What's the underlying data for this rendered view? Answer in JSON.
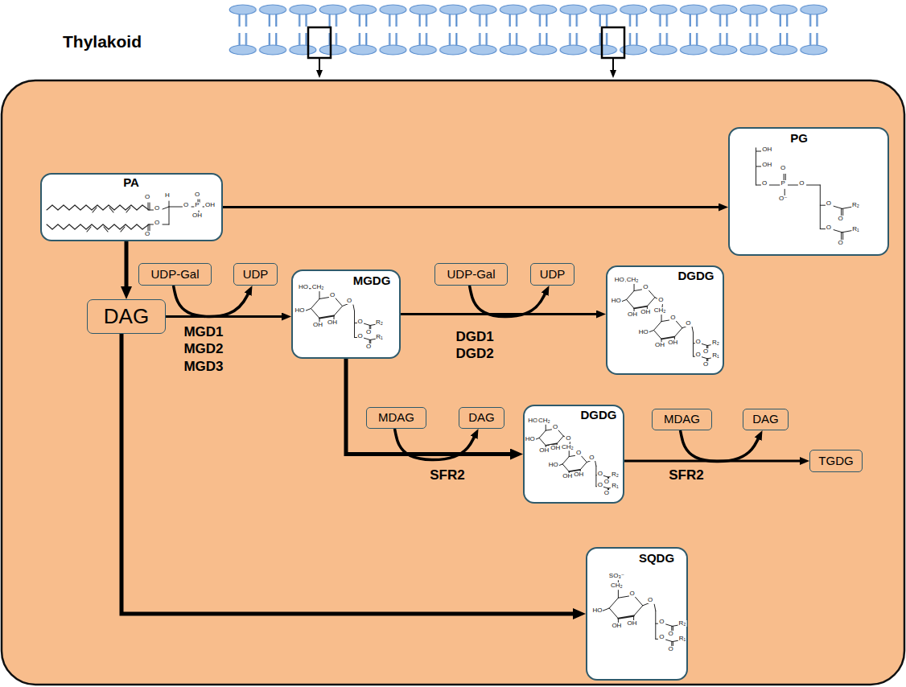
{
  "diagram": {
    "nodes": [
      {
        "text": [
          "PA"
        ]
      },
      {
        "text": [
          "PG"
        ]
      },
      {
        "text": [
          "DAG"
        ]
      },
      {
        "text": [
          "UDP-Gal"
        ]
      },
      {
        "text": [
          "UDP"
        ]
      },
      {
        "text": [
          "MGDG"
        ]
      },
      {
        "text": [
          "UDP-Gal"
        ]
      },
      {
        "text": [
          "UDP"
        ]
      },
      {
        "text": [
          "DGDG"
        ]
      },
      {
        "text": [
          "MDAG"
        ]
      },
      {
        "text": [
          "DAG"
        ]
      },
      {
        "text": [
          "DGDG"
        ]
      },
      {
        "text": [
          "MDAG"
        ]
      },
      {
        "text": [
          "DAG"
        ]
      },
      {
        "text": [
          "TGDG"
        ]
      },
      {
        "text": [
          "SQDG"
        ]
      }
    ],
    "edges": [
      {
        "from": 0,
        "to": 1,
        "arrow": "to"
      },
      {
        "from": 0,
        "to": 2,
        "arrow": "to"
      },
      {
        "from": 2,
        "to": 5,
        "arrow": "to",
        "label": "MGD1 MGD2 MGD3"
      },
      {
        "from": 3,
        "to": 4,
        "arrow": "to"
      },
      {
        "from": 5,
        "to": 8,
        "arrow": "to",
        "label": "DGD1 DGD2"
      },
      {
        "from": 6,
        "to": 7,
        "arrow": "to"
      },
      {
        "from": 5,
        "to": 11,
        "arrow": "to",
        "label": "SFR2"
      },
      {
        "from": 9,
        "to": 10,
        "arrow": "to"
      },
      {
        "from": 11,
        "to": 14,
        "arrow": "to",
        "label": "SFR2"
      },
      {
        "from": 12,
        "to": 13,
        "arrow": "to"
      },
      {
        "from": 2,
        "to": 15,
        "arrow": "to"
      }
    ],
    "labels": [
      "Thylakoid",
      "O",
      "O",
      "H",
      "O",
      "P",
      "O",
      "OH",
      "OH",
      "O",
      "O",
      "OH",
      "OH",
      "O",
      "P",
      "O",
      "O⁻",
      "O",
      "O",
      "R₂",
      "O",
      "O",
      "R₁",
      "O",
      "HO",
      "CH₂",
      "O",
      "HO",
      "OH",
      "OH",
      "O",
      "O",
      "R₂",
      "O",
      "O",
      "R₁",
      "O",
      "HO",
      "CH₂",
      "O",
      "HO",
      "OH",
      "OH",
      "O",
      "CH₂",
      "O",
      "HO",
      "OH",
      "OH",
      "O",
      "O",
      "R₂",
      "O",
      "O",
      "R₁",
      "O",
      "HO",
      "CH₂",
      "O",
      "HO",
      "OH",
      "OH",
      "O",
      "CH₂",
      "O",
      "HO",
      "OH",
      "OH",
      "O",
      "O",
      "R₂",
      "O",
      "O",
      "R₁",
      "O",
      "SO₃⁻",
      "CH₂",
      "O",
      "HO",
      "OH",
      "OH",
      "O",
      "O",
      "R₂",
      "O",
      "O",
      "R₁",
      "O"
    ]
  }
}
